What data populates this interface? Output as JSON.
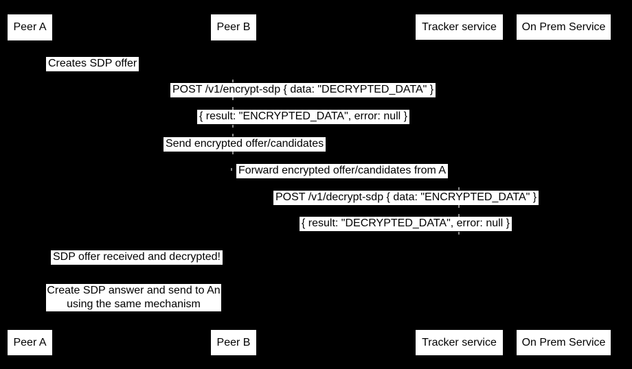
{
  "diagram": {
    "type": "sequence-diagram",
    "colors": {
      "background": "#000000",
      "box_fill": "#ffffff",
      "box_text": "#000000",
      "lifeline_dash": "#8c8c8c"
    },
    "actors": [
      {
        "label": "Peer A"
      },
      {
        "label": "Peer B"
      },
      {
        "label": "Tracker service"
      },
      {
        "label": "On Prem Service"
      }
    ],
    "messages": [
      {
        "text": "Creates SDP offer"
      },
      {
        "text": "POST /v1/encrypt-sdp { data: \"DECRYPTED_DATA\" }"
      },
      {
        "text": "{ result: \"ENCRYPTED_DATA\", error: null }"
      },
      {
        "text": "Send encrypted offer/candidates"
      },
      {
        "text": "Forward encrypted offer/candidates from A"
      },
      {
        "text": "POST /v1/decrypt-sdp { data: \"ENCRYPTED_DATA\" }"
      },
      {
        "text": "{ result: \"DECRYPTED_DATA\", error: null }"
      },
      {
        "text": "SDP offer received and decrypted!"
      },
      {
        "text": "Create SDP answer and send to An\nusing the same mechanism"
      }
    ]
  }
}
